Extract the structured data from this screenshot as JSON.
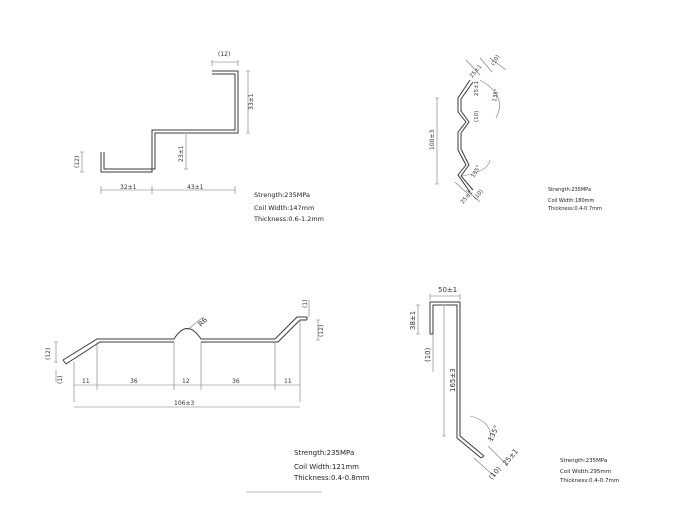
{
  "drawings": [
    {
      "id": "profile-1",
      "dimensions": [
        "(12)",
        "33±1",
        "23±1",
        "(12)",
        "32±1",
        "43±1"
      ],
      "specs": {
        "strength": "Strength:235MPa",
        "coil_width": "Coil Width:147mm",
        "thickness": "Thickness:0.6-1.2mm"
      }
    },
    {
      "id": "profile-2",
      "dimensions": [
        "25±1",
        "(10)",
        "25±1",
        "135°",
        "(10)",
        "100±3",
        "135°",
        "(10)",
        "25±1"
      ],
      "specs": {
        "strength": "Strength:235MPa",
        "coil_width": "Coil Width:180mm",
        "thickness": "Thickness:0.4-0.7mm"
      }
    },
    {
      "id": "profile-3",
      "dimensions": [
        "(12)",
        "(1)",
        "11",
        "36",
        "12",
        "36",
        "11",
        "106±3",
        "R6",
        "(12)",
        "(1)"
      ],
      "specs": {
        "strength": "Strength:235MPa",
        "coil_width": "Coil Width:121mm",
        "thickness": "Thickness:0.4-0.8mm"
      }
    },
    {
      "id": "profile-4",
      "dimensions": [
        "50±1",
        "38±1",
        "(10)",
        "165±3",
        "135°",
        "25±1",
        "(10)"
      ],
      "specs": {
        "strength": "Strength:235MPa",
        "coil_width": "Coil Width:295mm",
        "thickness": "Thickness:0.4-0.7mm"
      }
    }
  ]
}
